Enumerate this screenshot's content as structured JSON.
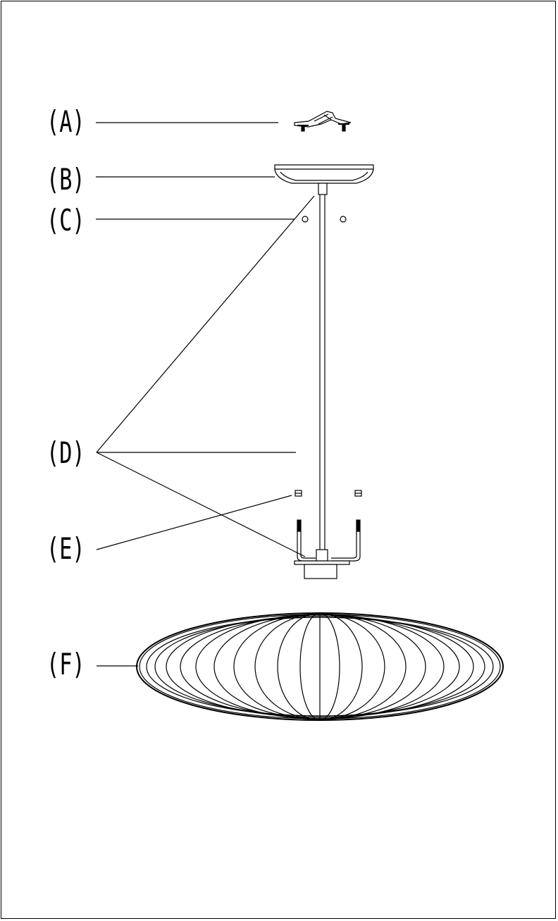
{
  "callouts": {
    "a": "(A)",
    "b": "(B)",
    "c": "(C)",
    "d": "(D)",
    "e": "(E)",
    "f": "(F)"
  }
}
